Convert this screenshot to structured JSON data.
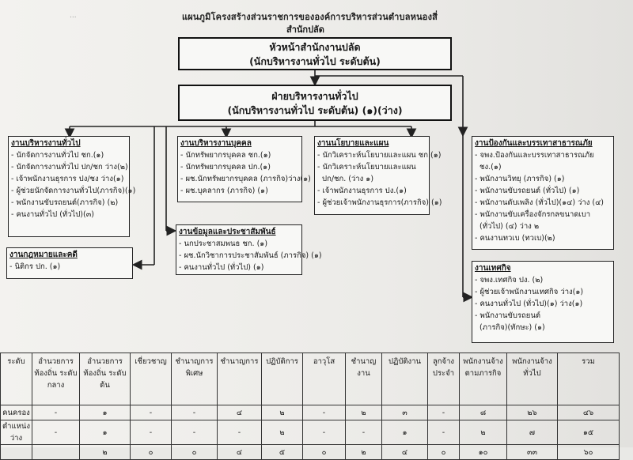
{
  "header": {
    "faint_text": "...",
    "title": "แผนภูมิโครงสร้างส่วนราชการขององค์การบริหารส่วนตำบลหนองสี่",
    "subtitle": "สำนักปลัด"
  },
  "head_box": {
    "line1": "หัวหน้าสำนักงานปลัด",
    "line2": "(นักบริหารงานทั่วไป  ระดับต้น)"
  },
  "division_box": {
    "line1": "ฝ่ายบริหารงานทั่วไป",
    "line2": "(นักบริหารงานทั่วไป ระดับต้น) (๑)(ว่าง)"
  },
  "units": [
    {
      "id": "general",
      "title": "งานบริหารงานทั่วไป",
      "items": [
        "- นักจัดการงานทั่วไป ชก.(๑)",
        "- นักจัดการงานทั่วไป ปก/ชก ว่าง(๒)",
        "- เจ้าพนักงานธุรการ ปง/ชง ว่าง(๑)",
        "- ผู้ช่วยนักจัดการงานทั่วไป(ภารกิจ)(๑)",
        "- พนักงานขับรถยนต์(ภารกิจ) (๒)",
        "- คนงานทั่วไป (ทั่วไป)(๓)"
      ]
    },
    {
      "id": "personnel",
      "title": "งานบริหารงานบุคคล",
      "items": [
        "- นักทรัพยากรบุคคล ชก.(๑)",
        "- นักทรัพยากรบุคคล ปก.(๑)",
        "- ผช.นักทรัพยากรบุคคล (ภารกิจ)ว่าง(๑)",
        "- ผช.บุคลากร (ภารกิจ) (๑)"
      ]
    },
    {
      "id": "policy",
      "title": "งานนโยบายและแผน",
      "items": [
        "- นักวิเคราะห์นโยบายและแผน ชก.(๑)",
        "- นักวิเคราะห์นโยบายและแผน",
        "  ปก/ชก. (ว่าง ๑)",
        "- เจ้าพนักงานธุรการ ปง.(๑)",
        "- ผู้ช่วยเจ้าพนักงานธุรการ(ภารกิจ) (๑)"
      ]
    },
    {
      "id": "info",
      "title": "งานข้อมูลและประชาสัมพันธ์",
      "items": [
        "- นกประชาสมพนธ ชก. (๑)",
        "- ผช.นักวิชาการประชาสัมพันธ์ (ภารกิจ) (๑)",
        "- คนงานทั่วไป (ทั่วไป) (๑)"
      ]
    },
    {
      "id": "law",
      "title": "งานกฎหมายและคดี",
      "items": [
        "- นิติกร ปก. (๑)"
      ]
    },
    {
      "id": "disaster",
      "title": "งานป้องกันและบรรเทาสาธารณภัย",
      "items": [
        "- จพง.ป้องกันและบรรเทาสาธารณภัย",
        "  ชง.(๑)",
        "- พนักงานวิทยุ (ภารกิจ) (๑)",
        "- พนักงานขับรถยนต์ (ทั่วไป) (๑)",
        "- พนักงานดับเพลิง (ทั่วไป)(๑๔) ว่าง (๔)",
        "- พนักงานขับเครื่องจักรกลขนาดเบา",
        "  (ทั่วไป) (๔) ว่าง ๒",
        "- คนงานทวเบ (ทวเบ)(๒)"
      ]
    },
    {
      "id": "festival",
      "title": "งานเทศกิจ",
      "items": [
        "- จพง.เทศกิจ ปง. (๒)",
        "- ผู้ช่วยเจ้าพนักงานเทศกิจ ว่าง(๑)",
        "- คนงานทั่วไป (ทั่วไป)(๑) ว่าง(๑)",
        "- พนักงานขับรถยนต์",
        "  (ภารกิจ)(ทักษะ) (๑)"
      ]
    }
  ],
  "table": {
    "headers": [
      "ระดับ",
      "อำนวยการ ท้องถิ่น ระดับกลาง",
      "อำนวยการ ท้องถิ่น ระดับต้น",
      "เชี่ยวชาญ",
      "ชำนาญการ พิเศษ",
      "ชำนาญการ",
      "ปฏิบัติการ",
      "อาวุโส",
      "ชำนาญงาน",
      "ปฏิบัติงาน",
      "ลูกจ้าง ประจำ",
      "พนักงานจ้าง ตามภารกิจ",
      "พนักงานจ้าง ทั่วไป",
      "รวม"
    ],
    "rows": [
      [
        "คนครอง",
        "-",
        "๑",
        "-",
        "-",
        "๔",
        "๒",
        "-",
        "๒",
        "๓",
        "-",
        "๘",
        "๒๖",
        "๔๖"
      ],
      [
        "ตำแหน่งว่าง",
        "-",
        "๑",
        "-",
        "-",
        "-",
        "๒",
        "-",
        "-",
        "๑",
        "-",
        "๒",
        "๗",
        "๑๕"
      ],
      [
        "",
        "",
        "๒",
        "๐",
        "๐",
        "๔",
        "๕",
        "๐",
        "๒",
        "๔",
        "๐",
        "๑๐",
        "๓๓",
        "๖๐"
      ]
    ]
  }
}
